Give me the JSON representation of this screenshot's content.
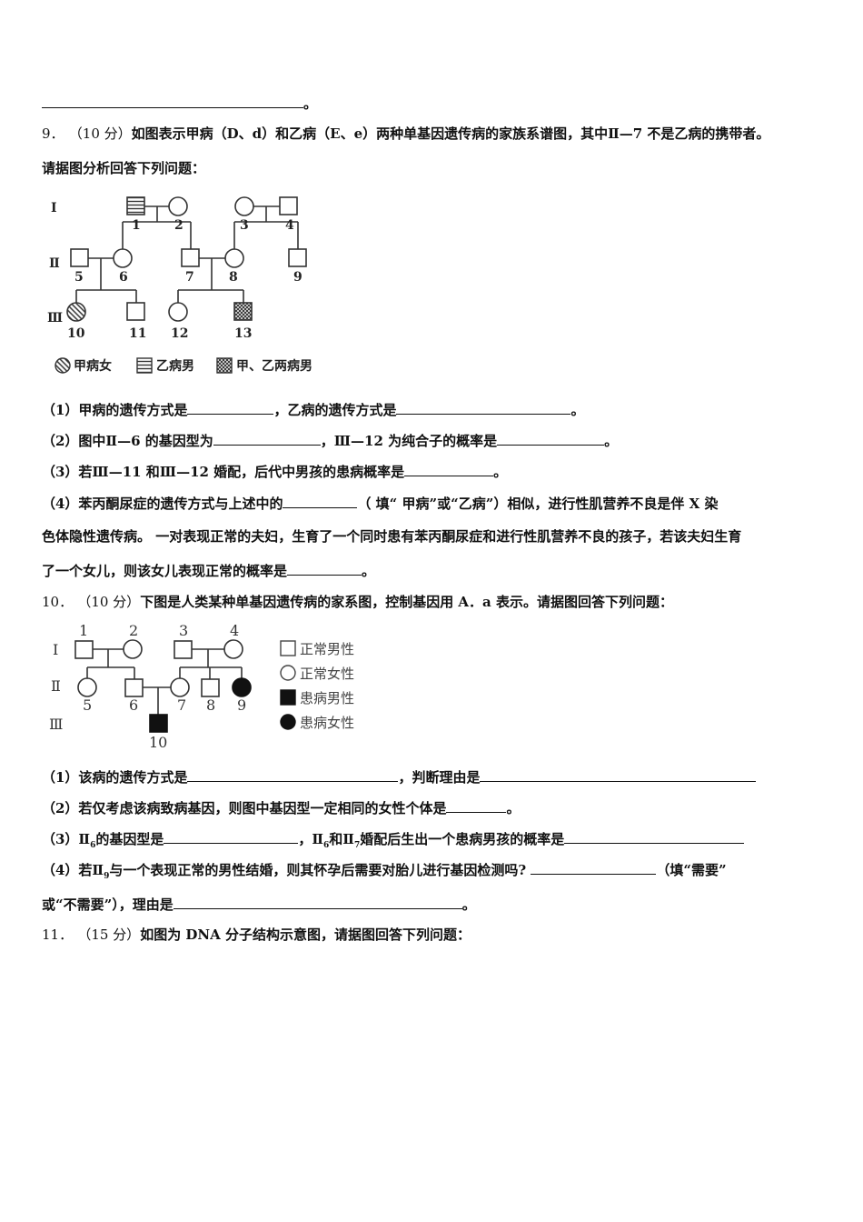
{
  "top_tail": "。",
  "q9": {
    "header_num": "9．",
    "header_score": "（10 分）",
    "header_text": "如图表示甲病（D、d）和乙病（E、e）两种单基因遗传病的家族系谱图，其中Ⅱ—7 不是乙病的携带者。",
    "header_line2": "请据图分析回答下列问题：",
    "generations": [
      "Ⅰ",
      "Ⅱ",
      "Ⅲ"
    ],
    "individuals": [
      "1",
      "2",
      "3",
      "4",
      "5",
      "6",
      "7",
      "8",
      "9",
      "10",
      "11",
      "12",
      "13"
    ],
    "legend": [
      "甲病女",
      "乙病男",
      "甲、乙两病男"
    ],
    "p1_a": "（1）甲病的遗传方式是",
    "p1_b": "，乙病的遗传方式是",
    "p1_c": "。",
    "p2_a": "（2）图中Ⅱ—6 的基因型为",
    "p2_b": "，Ⅲ—12 为纯合子的概率是",
    "p2_c": "。",
    "p3_a": "（3）若Ⅲ—11 和Ⅲ—12 婚配，后代中男孩的患病概率是",
    "p3_b": "。",
    "p4_a": "（4）苯丙酮尿症的遗传方式与上述中的",
    "p4_b": "（ 填“ 甲病”或“乙病”）相似，进行性肌营养不良是伴 X 染",
    "p4_line2": "色体隐性遗传病。 一对表现正常的夫妇，生育了一个同时患有苯丙酮尿症和进行性肌营养不良的孩子，若该夫妇生育",
    "p4_line3a": "了一个女儿，则该女儿表现正常的概率是",
    "p4_line3b": "。"
  },
  "q10": {
    "header_num": "10．",
    "header_score": "（10 分）",
    "header_text": "下图是人类某种单基因遗传病的家系图，控制基因用 A．a 表示。请据图回答下列问题：",
    "generations": [
      "Ⅰ",
      "Ⅱ",
      "Ⅲ"
    ],
    "individuals": [
      "1",
      "2",
      "3",
      "4",
      "5",
      "6",
      "7",
      "8",
      "9",
      "10"
    ],
    "legend": [
      "正常男性",
      "正常女性",
      "患病男性",
      "患病女性"
    ],
    "p1_a": "（1）该病的遗传方式是",
    "p1_b": "，判断理由是",
    "p2_a": "（2）若仅考虑该病致病基因，则图中基因型一定相同的女性个体是",
    "p2_b": "。",
    "p3_a": "（3）Ⅱ",
    "p3_sub6": "6",
    "p3_b": "的基因型是",
    "p3_c": "，Ⅱ",
    "p3_d": "和Ⅱ",
    "p3_sub7": "7",
    "p3_e": "婚配后生出一个患病男孩的概率是",
    "p4_a": "（4）若Ⅱ",
    "p4_sub9": "9",
    "p4_b": "与一个表现正常的男性结婚，则其怀孕后需要对胎儿进行基因检测吗?",
    "p4_c": "（填“需要”",
    "p4_line2a": "或“不需要”），理由是",
    "p4_line2b": "。"
  },
  "q11": {
    "header_num": "11．",
    "header_score": "（15 分）",
    "header_text": "如图为 DNA 分子结构示意图，请据图回答下列问题："
  }
}
